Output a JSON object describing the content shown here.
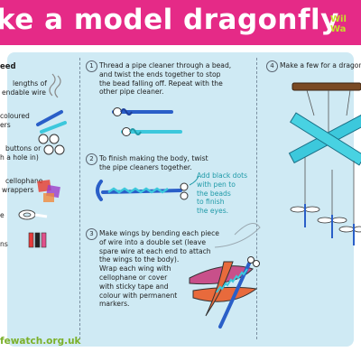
{
  "header": {
    "title": "ke a model dragonfly",
    "logo": [
      "Wil",
      "Wa"
    ]
  },
  "needs": {
    "heading": "eed",
    "items": [
      "lengths of",
      "endable wire",
      "coloured",
      "ers",
      "buttons or",
      "h a hole in)",
      "cellophane",
      "wrappers",
      "e",
      "ns"
    ]
  },
  "steps": [
    {
      "number": "1",
      "lines": [
        "Thread a pipe cleaner through a bead,",
        "and twist the ends together to stop",
        "the bead falling off. Repeat with the",
        "other pipe cleaner."
      ]
    },
    {
      "number": "2",
      "lines": [
        "To finish making the body, twist",
        "the pipe cleaners together."
      ],
      "note": [
        "Add black dots",
        "with pen to",
        "the beads",
        "to finish",
        "the eyes."
      ]
    },
    {
      "number": "3",
      "lines": [
        "Make wings by bending each piece",
        "of wire into a double set (leave",
        "spare wire at each end to attach",
        "the wings to the body).",
        "Wrap each wing with",
        "cellophane or cover",
        "with sticky tape and",
        "colour with permanent",
        "markers."
      ]
    },
    {
      "number": "4",
      "lines": [
        "Make a few for a dragon"
      ]
    }
  ],
  "footer": {
    "url": "fewatch.org.uk"
  },
  "colors": {
    "pink": "#e52a87",
    "card": "#cfeaf4",
    "teal": "#1f9aa8",
    "green": "#7bb02a",
    "pipe_blue": "#2a8fd6",
    "pipe_cyan": "#3cc8dc"
  }
}
